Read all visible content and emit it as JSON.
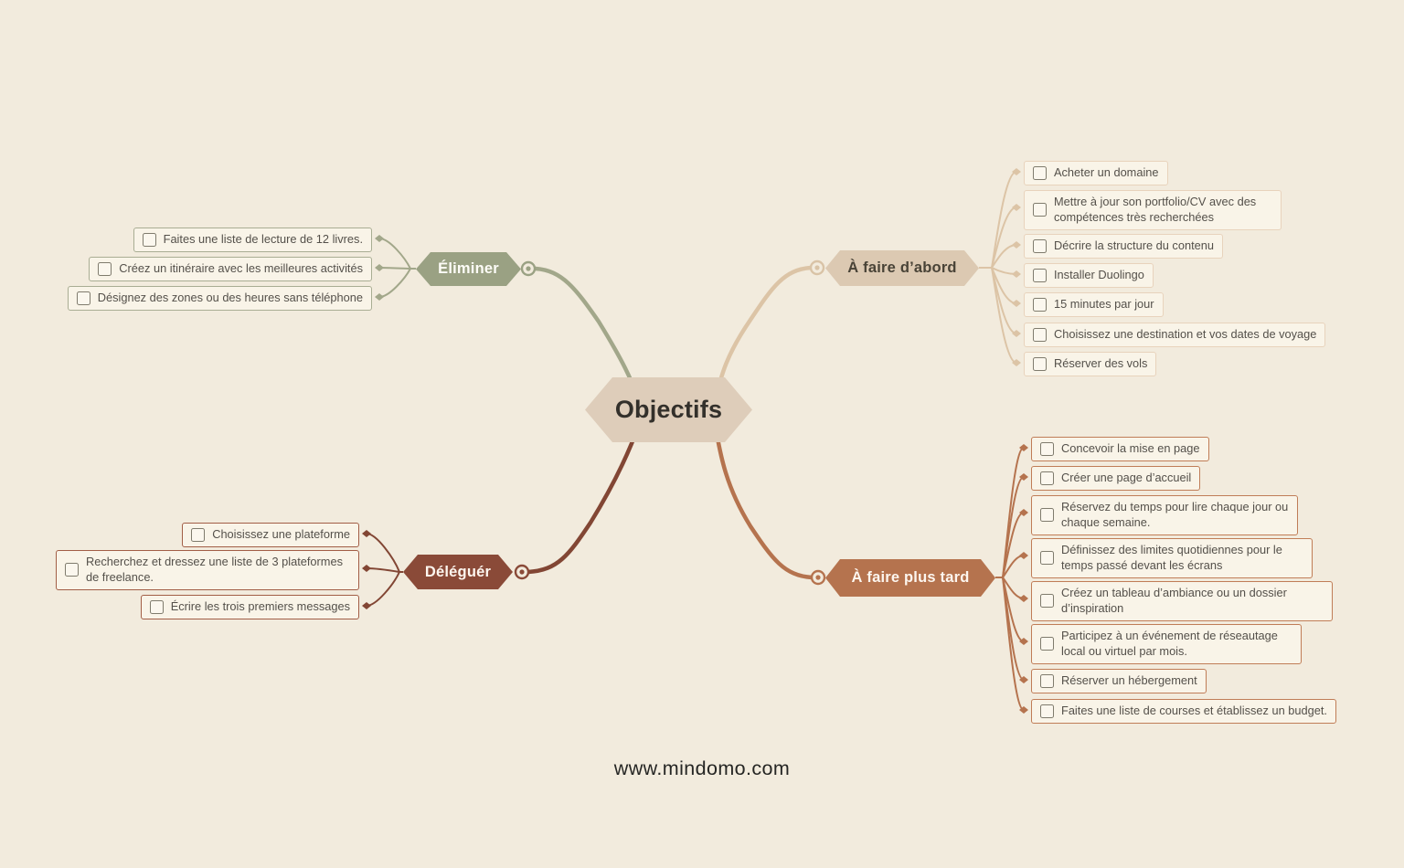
{
  "app": "Mindomo mind map",
  "watermark": "www.mindomo.com",
  "center": {
    "label": "Objectifs"
  },
  "colors": {
    "background": "#f2ebdd",
    "center_fill": "#decdba",
    "center_text": "#33302b",
    "eliminer_fill": "#9aa183",
    "a_faire_dabord_fill": "#dcc9b2",
    "deleguer_fill": "#8a4a38",
    "a_faire_plus_tard_fill": "#b5734e",
    "item_background": "#f9f4e8",
    "item_text": "#54504a"
  },
  "branches": [
    {
      "label": "Éliminer",
      "color": "#9aa183",
      "side": "top-left",
      "items": [
        "Faites une liste de lecture de 12 livres.",
        "Créez un itinéraire avec les meilleures activités",
        "Désignez des zones ou des heures sans téléphone"
      ]
    },
    {
      "label": "À faire d’abord",
      "color": "#dcc9b2",
      "side": "top-right",
      "items": [
        "Acheter un domaine",
        "Mettre à jour son portfolio/CV avec des compétences très recherchées",
        "Décrire la structure du contenu",
        "Installer Duolingo",
        "15 minutes par jour",
        "Choisissez une destination et vos dates de voyage",
        "Réserver des vols"
      ]
    },
    {
      "label": "Déléguér",
      "color": "#8a4a38",
      "side": "bottom-left",
      "items": [
        "Choisissez une plateforme",
        "Recherchez et dressez une liste de 3 plateformes de freelance.",
        "Écrire les trois premiers messages"
      ]
    },
    {
      "label": "À faire plus tard",
      "color": "#b5734e",
      "side": "bottom-right",
      "items": [
        "Concevoir la mise en page",
        "Créer une page d’accueil",
        "Réservez du temps pour lire chaque jour ou chaque semaine.",
        "Définissez des limites quotidiennes pour le temps passé devant les écrans",
        "Créez un tableau d’ambiance ou un dossier d’inspiration",
        "Participez à un événement de réseautage local ou virtuel par mois.",
        "Réserver un hébergement",
        "Faites une liste de courses et établissez un budget."
      ]
    }
  ]
}
